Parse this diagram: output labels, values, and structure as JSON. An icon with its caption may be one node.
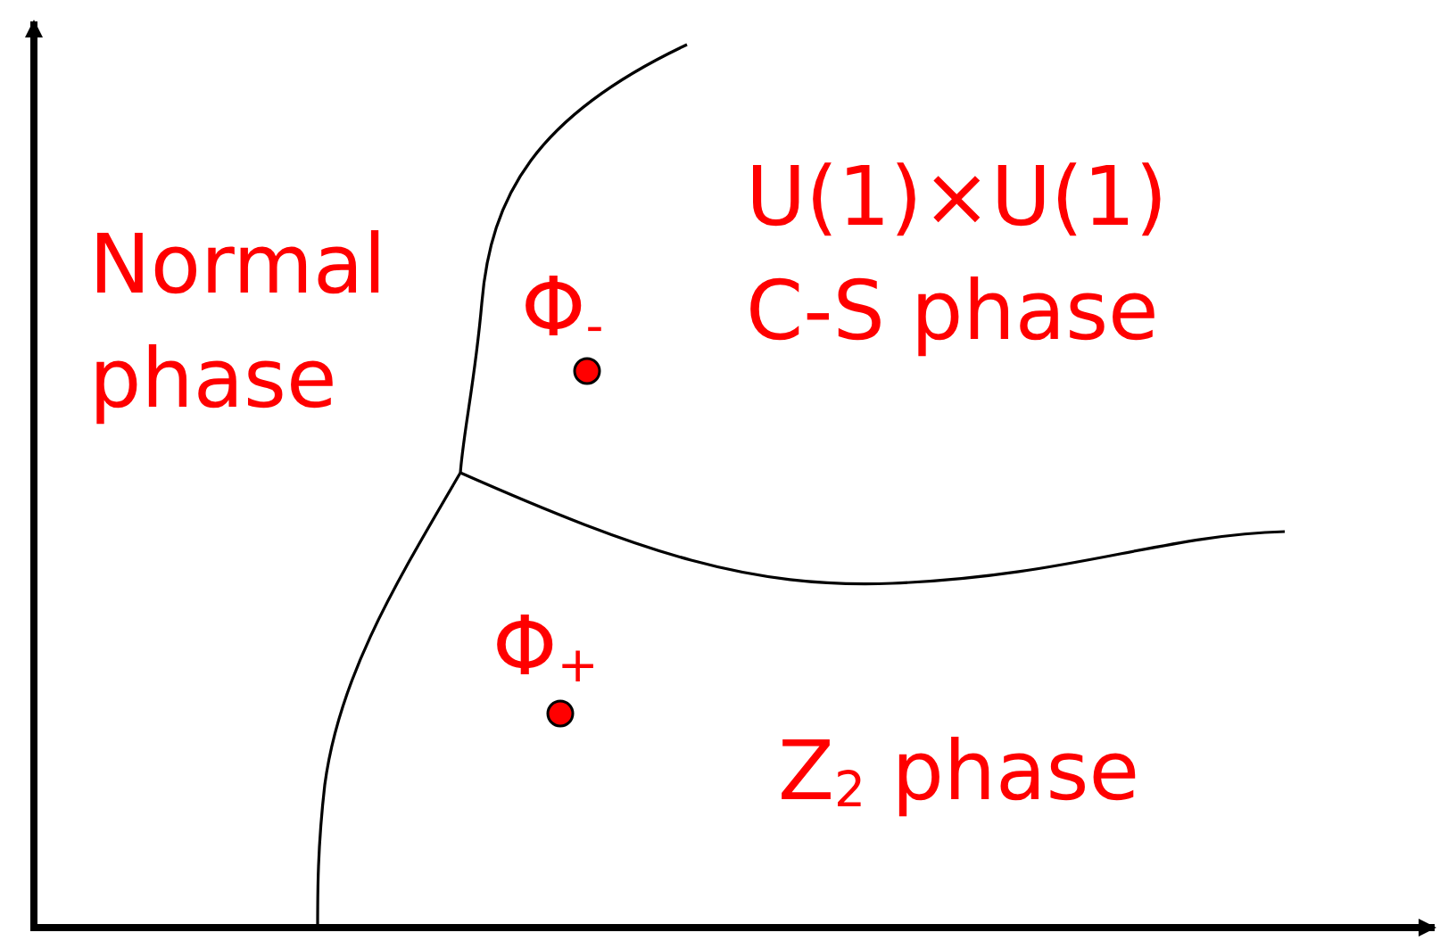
{
  "diagram": {
    "labels": [
      "U(1)×U(1) C-S phase",
      "Normal phase",
      "Φ$_{-}$",
      "Φ$_{+}$",
      "Z$_{2}$ phase"
    ]
  }
}
